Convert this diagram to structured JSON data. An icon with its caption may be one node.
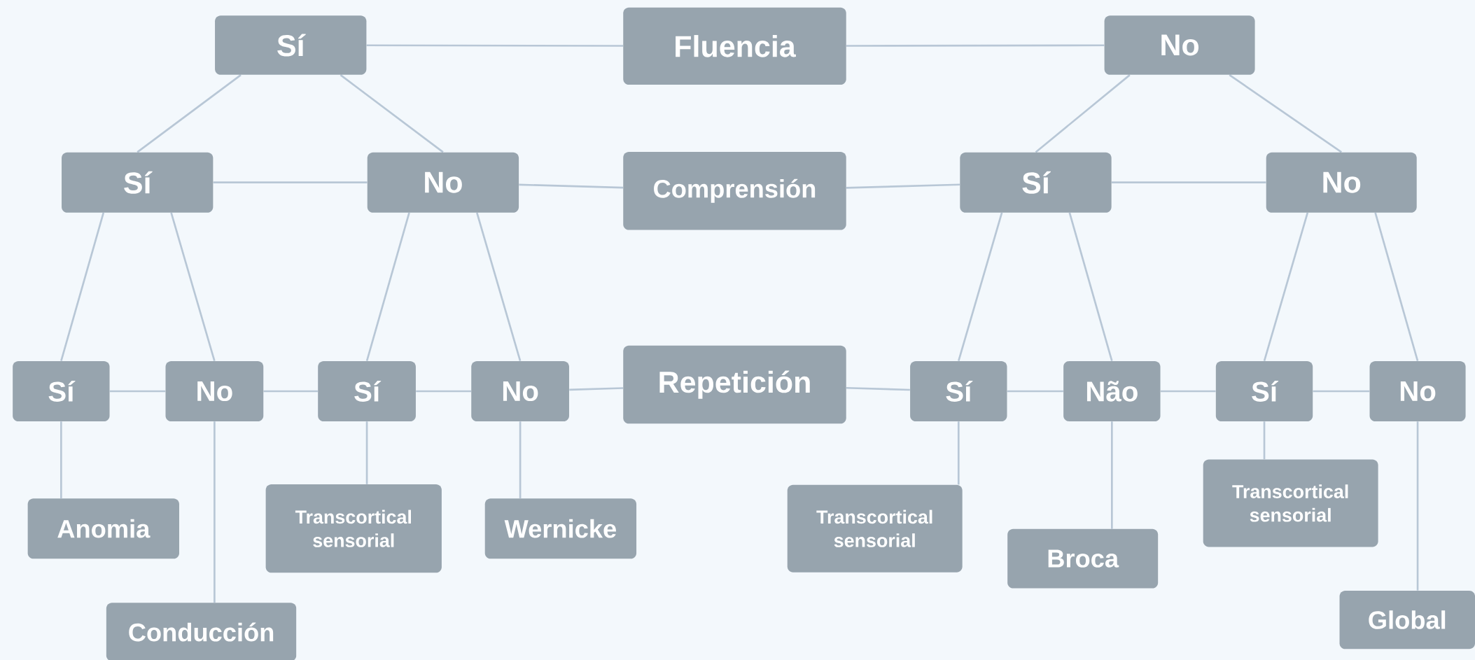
{
  "diagram": {
    "nodes": [
      {
        "text": [
          "Sí"
        ]
      },
      {
        "text": [
          "Fluencia"
        ]
      },
      {
        "text": [
          "No"
        ]
      },
      {
        "text": [
          "Sí"
        ]
      },
      {
        "text": [
          "No"
        ]
      },
      {
        "text": [
          "Comprensión"
        ]
      },
      {
        "text": [
          "Sí"
        ]
      },
      {
        "text": [
          "No"
        ]
      },
      {
        "text": [
          "Sí"
        ]
      },
      {
        "text": [
          "No"
        ]
      },
      {
        "text": [
          "Sí"
        ]
      },
      {
        "text": [
          "No"
        ]
      },
      {
        "text": [
          "Repetición"
        ]
      },
      {
        "text": [
          "Sí"
        ]
      },
      {
        "text": [
          "Não"
        ]
      },
      {
        "text": [
          "Sí"
        ]
      },
      {
        "text": [
          "No"
        ]
      },
      {
        "text": [
          "Anomia"
        ]
      },
      {
        "text": [
          "Conducción"
        ]
      },
      {
        "text": [
          "Transcortical sensorial"
        ]
      },
      {
        "text": [
          "Wernicke"
        ]
      },
      {
        "text": [
          "Transcortical sensorial"
        ]
      },
      {
        "text": [
          "Broca"
        ]
      },
      {
        "text": [
          "Transcortical sensorial"
        ]
      },
      {
        "text": [
          "Global"
        ]
      }
    ],
    "edges": [
      {
        "from": 1,
        "to": 0,
        "arrow": "none"
      },
      {
        "from": 1,
        "to": 2,
        "arrow": "none"
      },
      {
        "from": 0,
        "to": 3,
        "arrow": "none"
      },
      {
        "from": 0,
        "to": 4,
        "arrow": "none"
      },
      {
        "from": 2,
        "to": 6,
        "arrow": "none"
      },
      {
        "from": 2,
        "to": 7,
        "arrow": "none"
      },
      {
        "from": 3,
        "to": 4,
        "arrow": "none"
      },
      {
        "from": 4,
        "to": 5,
        "arrow": "none"
      },
      {
        "from": 5,
        "to": 6,
        "arrow": "none"
      },
      {
        "from": 6,
        "to": 7,
        "arrow": "none"
      },
      {
        "from": 3,
        "to": 8,
        "arrow": "none"
      },
      {
        "from": 3,
        "to": 9,
        "arrow": "none"
      },
      {
        "from": 4,
        "to": 10,
        "arrow": "none"
      },
      {
        "from": 4,
        "to": 11,
        "arrow": "none"
      },
      {
        "from": 6,
        "to": 13,
        "arrow": "none"
      },
      {
        "from": 6,
        "to": 14,
        "arrow": "none"
      },
      {
        "from": 7,
        "to": 15,
        "arrow": "none"
      },
      {
        "from": 7,
        "to": 16,
        "arrow": "none"
      },
      {
        "from": 8,
        "to": 9,
        "arrow": "none"
      },
      {
        "from": 9,
        "to": 10,
        "arrow": "none"
      },
      {
        "from": 10,
        "to": 11,
        "arrow": "none"
      },
      {
        "from": 11,
        "to": 12,
        "arrow": "none"
      },
      {
        "from": 12,
        "to": 13,
        "arrow": "none"
      },
      {
        "from": 13,
        "to": 14,
        "arrow": "none"
      },
      {
        "from": 14,
        "to": 15,
        "arrow": "none"
      },
      {
        "from": 15,
        "to": 16,
        "arrow": "none"
      },
      {
        "from": 8,
        "to": 17,
        "arrow": "none"
      },
      {
        "from": 9,
        "to": 18,
        "arrow": "none"
      },
      {
        "from": 10,
        "to": 19,
        "arrow": "none"
      },
      {
        "from": 11,
        "to": 20,
        "arrow": "none"
      },
      {
        "from": 13,
        "to": 21,
        "arrow": "none"
      },
      {
        "from": 14,
        "to": 22,
        "arrow": "none"
      },
      {
        "from": 15,
        "to": 23,
        "arrow": "none"
      },
      {
        "from": 16,
        "to": 24,
        "arrow": "none"
      }
    ]
  }
}
